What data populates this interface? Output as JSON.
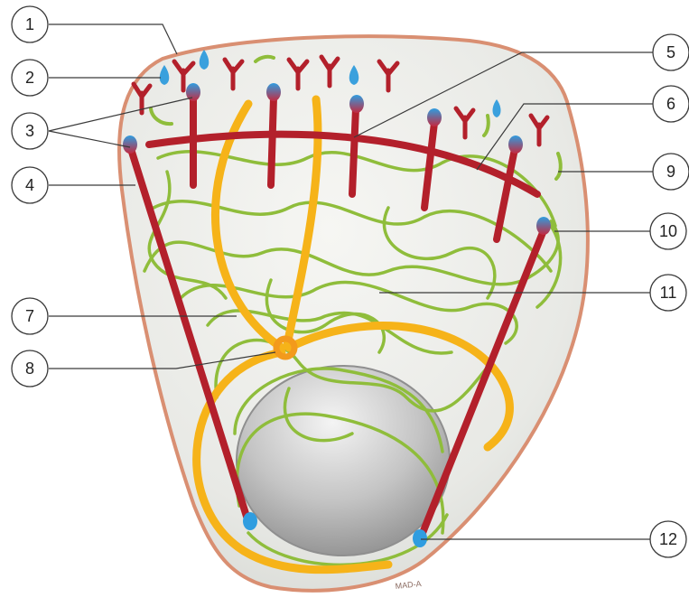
{
  "figure": {
    "colors": {
      "membrane": "#d98f72",
      "cytoplasm": "#e6e7e3",
      "actin": "#b3202b",
      "actin_tip": "#3aa0dd",
      "intermediate_filament": "#8fbd3b",
      "microtubule": "#f6b319",
      "centrosome": "#f39a1c",
      "nucleus": "#b9b9b9"
    },
    "callouts": [
      {
        "label": "1"
      },
      {
        "label": "2"
      },
      {
        "label": "3"
      },
      {
        "label": "4"
      },
      {
        "label": "5"
      },
      {
        "label": "6"
      },
      {
        "label": "7"
      },
      {
        "label": "8"
      },
      {
        "label": "9"
      },
      {
        "label": "10"
      },
      {
        "label": "11"
      },
      {
        "label": "12"
      }
    ],
    "signature": "MAD-A"
  }
}
